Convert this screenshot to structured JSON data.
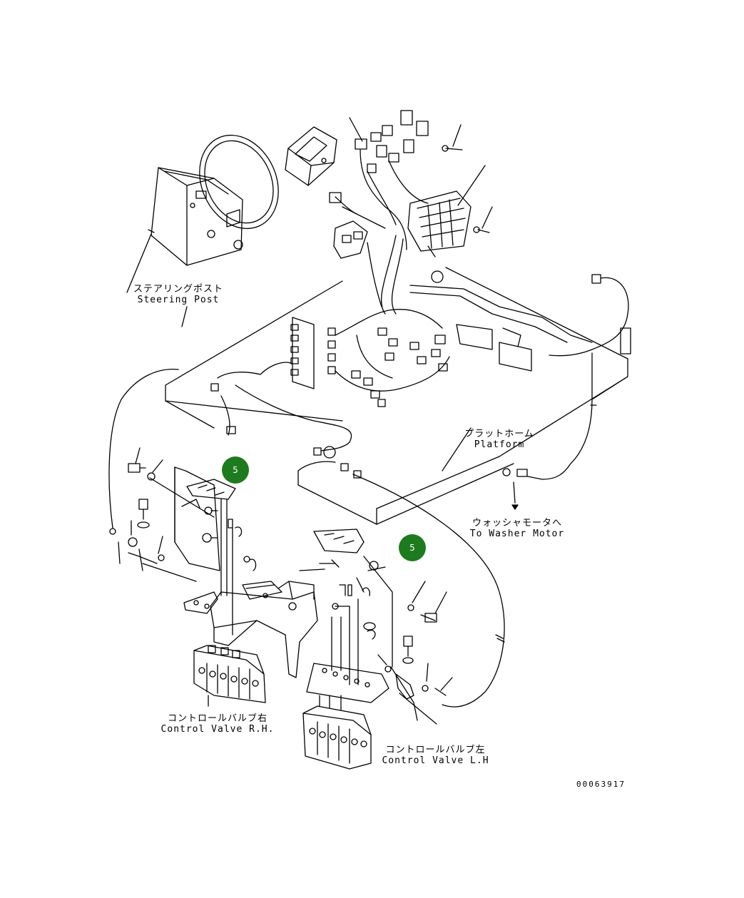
{
  "labels": {
    "steering_post_jp": "ステアリングポスト",
    "steering_post_en": "Steering Post",
    "platform_jp": "プラットホーム",
    "platform_en": "Platform",
    "washer_jp": "ウォッシャモータへ",
    "washer_en": "To Washer Motor",
    "cv_rh_jp": "コントロールバルブ右",
    "cv_rh_en": "Control Valve R.H.",
    "cv_lh_jp": "コントロールバルブ左",
    "cv_lh_en": "Control Valve L.H"
  },
  "callouts": [
    "5",
    "5"
  ],
  "drawing_code": "00063917",
  "colors": {
    "callout": "#1e7a1e",
    "line": "#000000",
    "background": "#ffffff"
  }
}
